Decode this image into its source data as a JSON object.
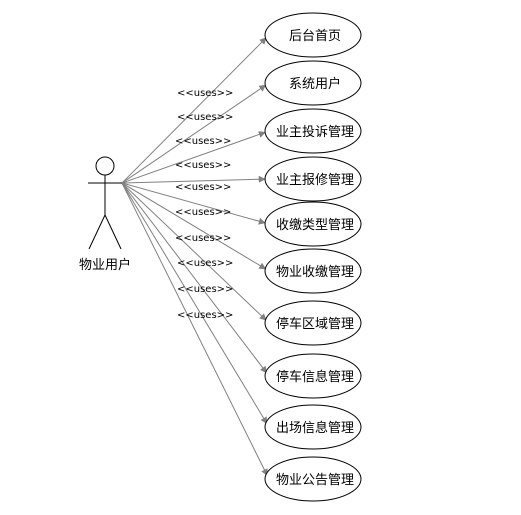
{
  "colors": {
    "line": "#808080",
    "stroke": "#000000",
    "background": "#ffffff"
  },
  "actor": {
    "name": "物业用户"
  },
  "stereotype": "<<uses>>",
  "use_cases": [
    {
      "id": "uc-1",
      "label": "后台首页"
    },
    {
      "id": "uc-2",
      "label": "系统用户"
    },
    {
      "id": "uc-3",
      "label": "业主投诉管理"
    },
    {
      "id": "uc-4",
      "label": "业主报修管理"
    },
    {
      "id": "uc-5",
      "label": "收缴类型管理"
    },
    {
      "id": "uc-6",
      "label": "物业收缴管理"
    },
    {
      "id": "uc-7",
      "label": "停车区域管理"
    },
    {
      "id": "uc-8",
      "label": "停车信息管理"
    },
    {
      "id": "uc-9",
      "label": "出场信息管理"
    },
    {
      "id": "uc-10",
      "label": "物业公告管理"
    }
  ]
}
